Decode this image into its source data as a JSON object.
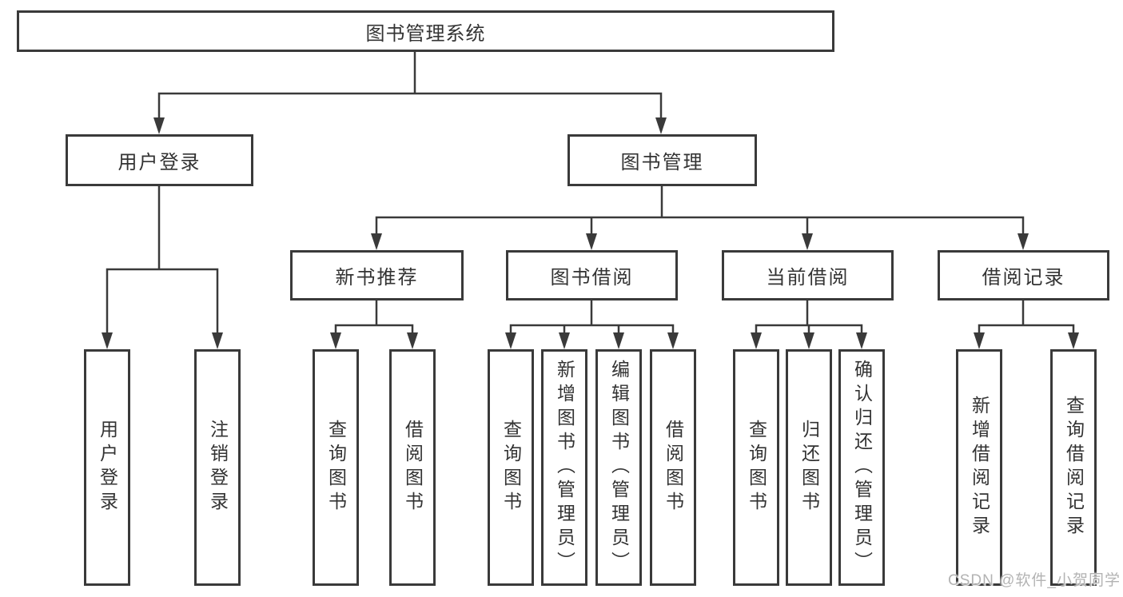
{
  "title": "图书管理系统",
  "watermark": "CSDN @软件_小贺同学",
  "colors": {
    "line": "#3a3a3a",
    "box_border": "#3a3a3a",
    "text": "#333333",
    "watermark": "#b3b3b3",
    "background": "#ffffff"
  },
  "tree": {
    "label": "图书管理系统",
    "children": [
      {
        "label": "用户登录",
        "children": [
          {
            "label": "用户登录"
          },
          {
            "label": "注销登录"
          }
        ]
      },
      {
        "label": "图书管理",
        "children": [
          {
            "label": "新书推荐",
            "children": [
              {
                "label": "查询图书"
              },
              {
                "label": "借阅图书"
              }
            ]
          },
          {
            "label": "图书借阅",
            "children": [
              {
                "label": "查询图书"
              },
              {
                "label": "新增图书（管理员）"
              },
              {
                "label": "编辑图书（管理员）"
              },
              {
                "label": "借阅图书"
              }
            ]
          },
          {
            "label": "当前借阅",
            "children": [
              {
                "label": "查询图书"
              },
              {
                "label": "归还图书"
              },
              {
                "label": "确认归还（管理员）"
              }
            ]
          },
          {
            "label": "借阅记录",
            "children": [
              {
                "label": "新增借阅记录"
              },
              {
                "label": "查询借阅记录"
              }
            ]
          }
        ]
      }
    ]
  }
}
